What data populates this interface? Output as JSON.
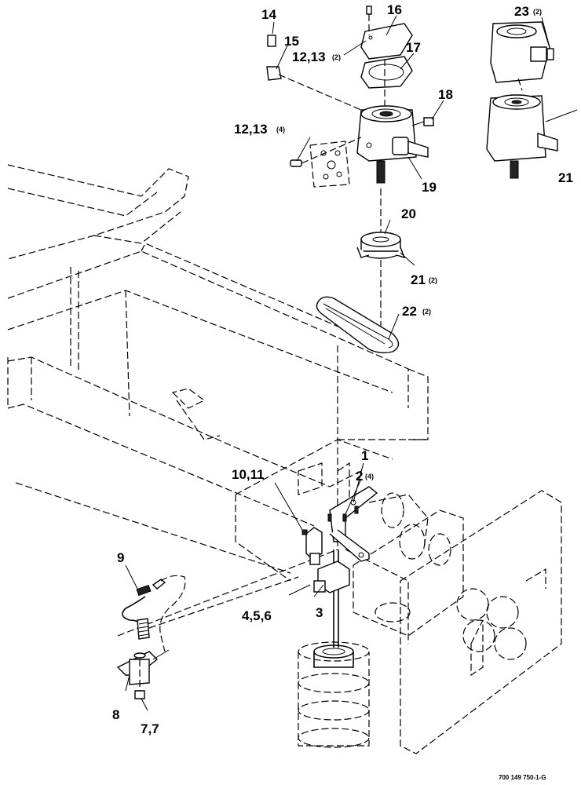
{
  "labels": {
    "l14": "14",
    "l15": "15",
    "l16": "16",
    "l12_13_top": "12,13",
    "l12_13_top_qty": "(2)",
    "l17": "17",
    "l18": "18",
    "l12_13_left": "12,13",
    "l12_13_left_qty": "(4)",
    "l19": "19",
    "l23": "23",
    "l23_qty": "(2)",
    "l21_right": "21",
    "l20": "20",
    "l21_mid": "21",
    "l21_mid_qty": "(2)",
    "l22": "22",
    "l22_qty": "(2)",
    "l1": "1",
    "l2": "2",
    "l2_qty": "(4)",
    "l10_11": "10,11",
    "l9": "9",
    "l3": "3",
    "l4_5_6": "4,5,6",
    "l8": "8",
    "l7_7": "7,7"
  },
  "reference_number": "700 149 750-1-G"
}
